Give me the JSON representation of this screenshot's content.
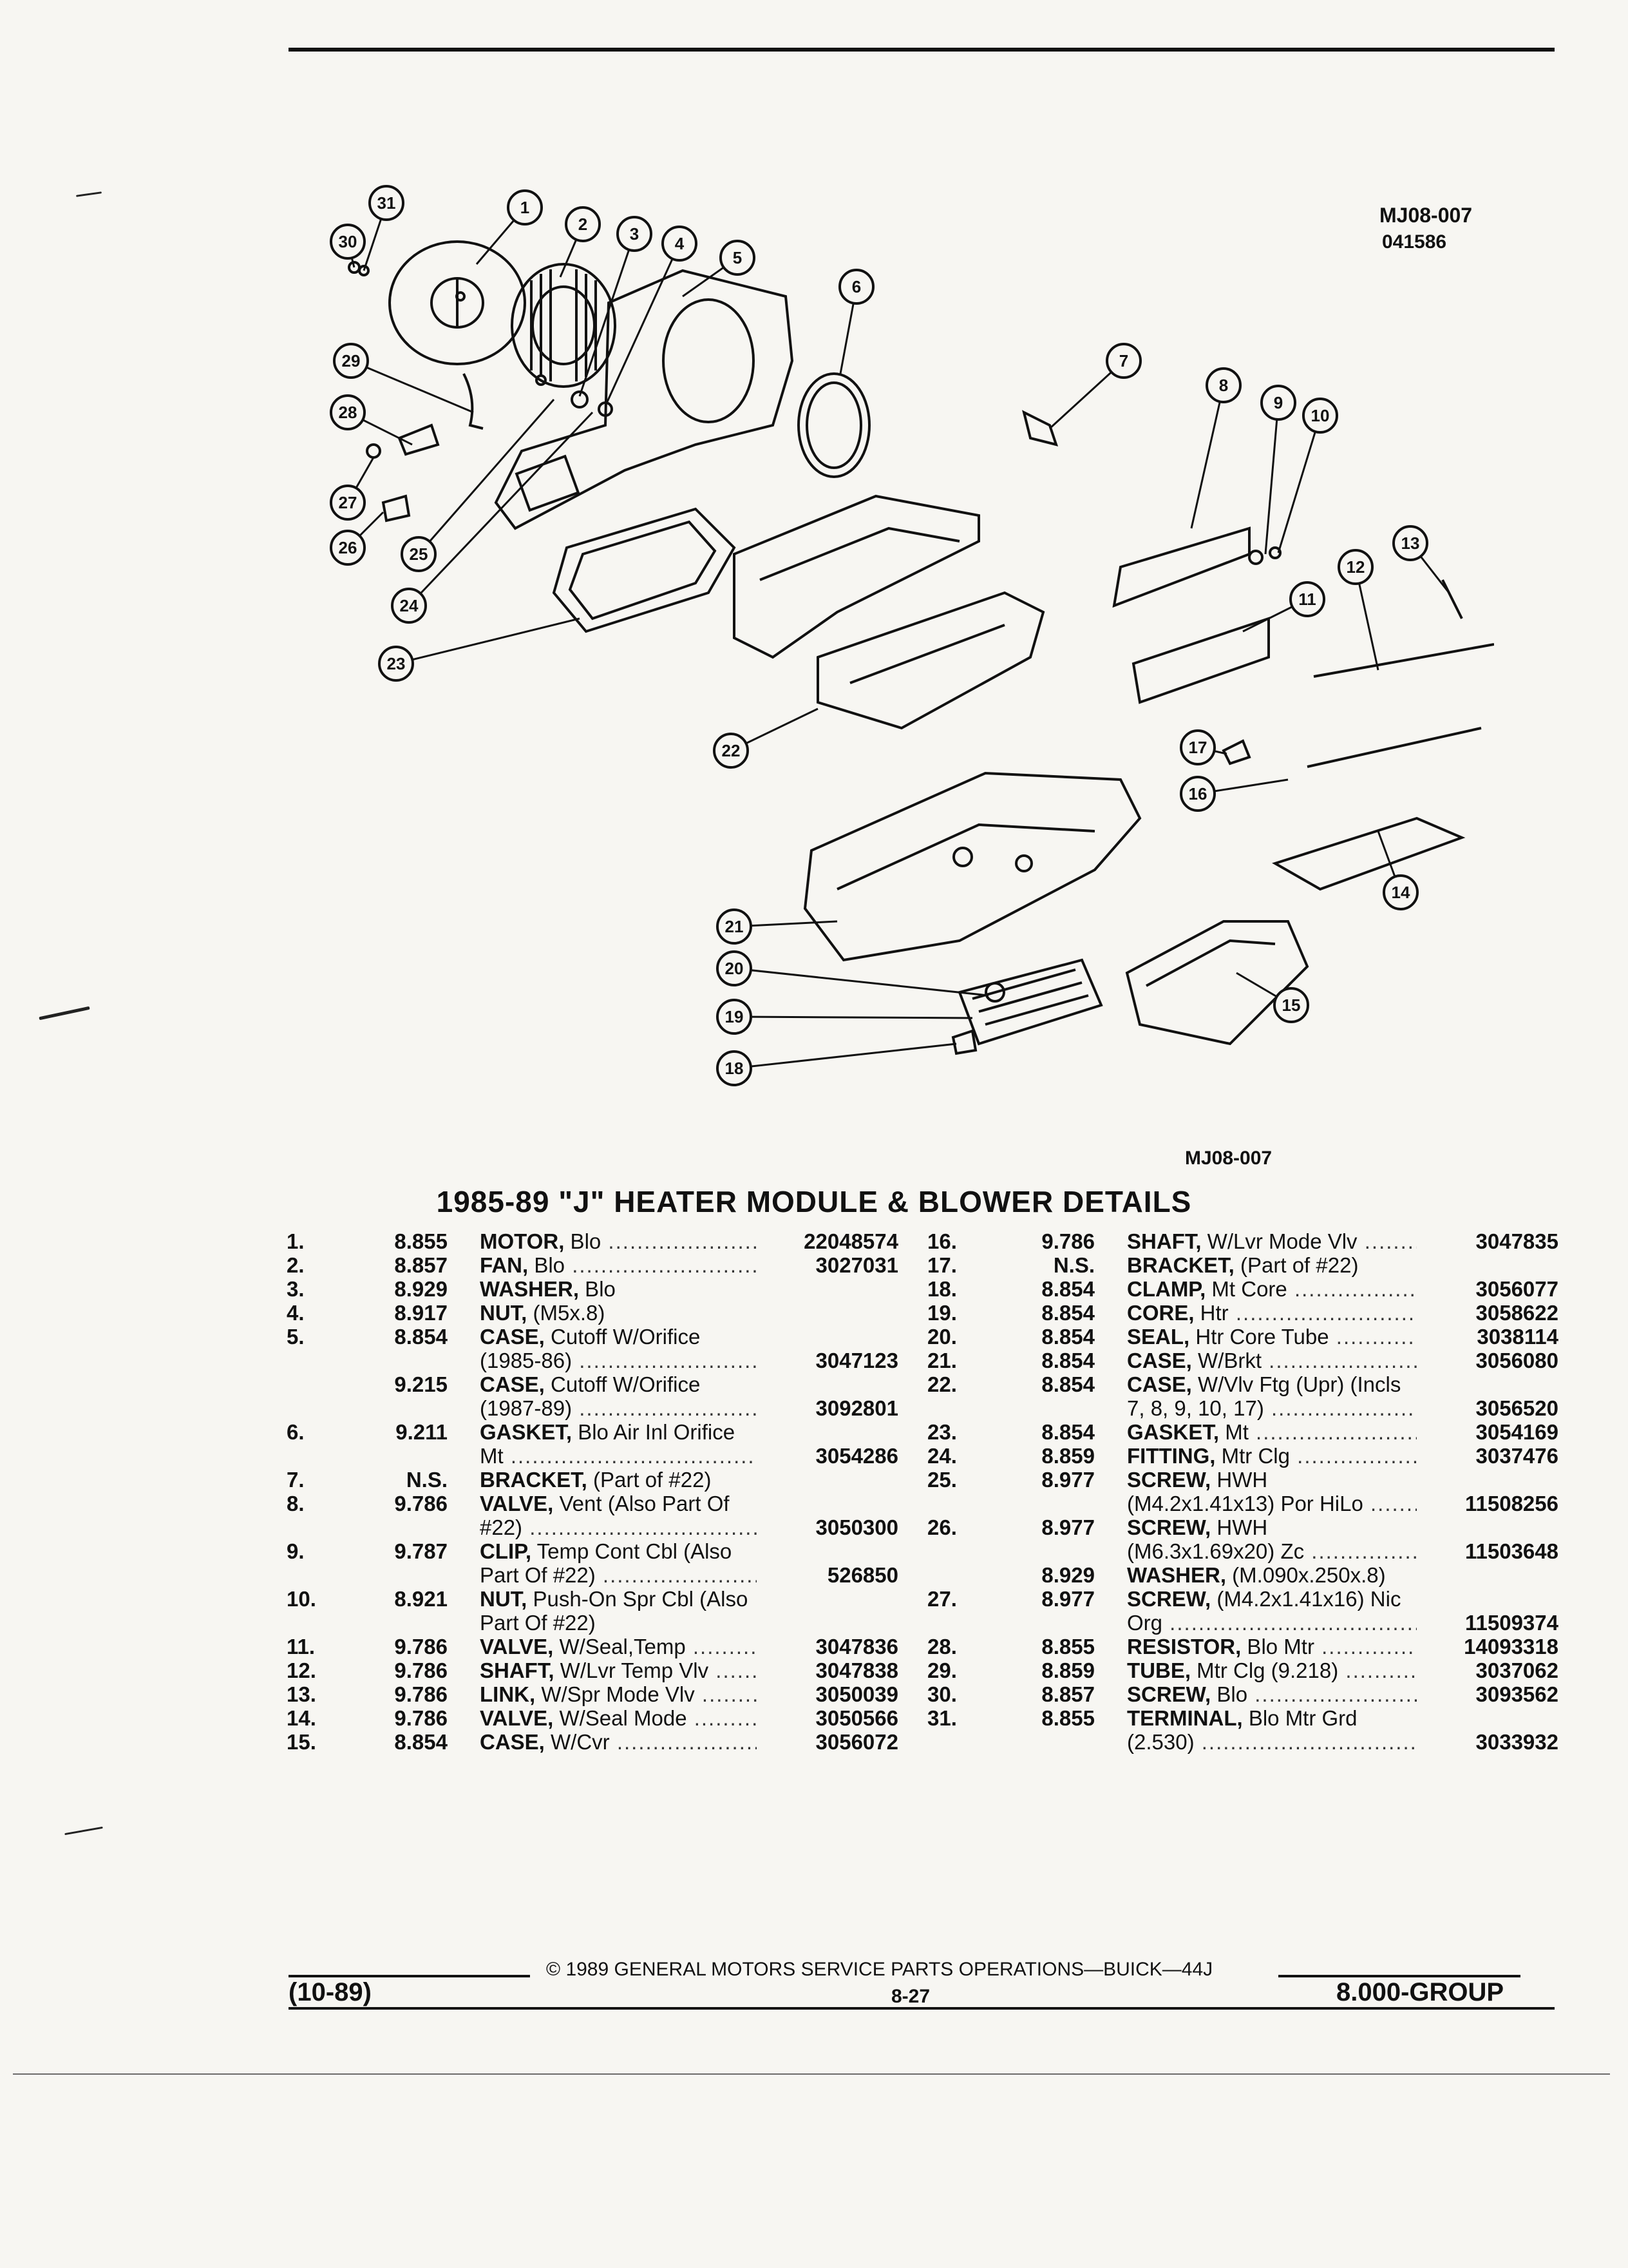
{
  "figure_ref_top": "MJ08-007",
  "figure_date": "041586",
  "figure_ref_bottom": "MJ08-007",
  "title": "1985-89 \"J\" HEATER MODULE & BLOWER DETAILS",
  "callouts": [
    "1",
    "2",
    "3",
    "4",
    "5",
    "6",
    "7",
    "8",
    "9",
    "10",
    "11",
    "12",
    "13",
    "14",
    "15",
    "16",
    "17",
    "18",
    "19",
    "20",
    "21",
    "22",
    "23",
    "24",
    "25",
    "26",
    "27",
    "28",
    "29",
    "30",
    "31"
  ],
  "left_column": [
    {
      "num": "1.",
      "grp": "8.855",
      "name": "MOTOR,",
      "rest": " Blo",
      "pn": "22048574"
    },
    {
      "num": "2.",
      "grp": "8.857",
      "name": "FAN,",
      "rest": " Blo",
      "pn": "3027031"
    },
    {
      "num": "3.",
      "grp": "8.929",
      "name": "WASHER,",
      "rest": " Blo",
      "pn": ""
    },
    {
      "num": "4.",
      "grp": "8.917",
      "name": "NUT,",
      "rest": " (M5x.8)",
      "pn": ""
    },
    {
      "num": "5.",
      "grp": "8.854",
      "name": "CASE,",
      "rest": " Cutoff W/Orifice",
      "pn": ""
    },
    {
      "num": "",
      "grp": "",
      "name": "",
      "rest": "(1985-86)",
      "pn": "3047123"
    },
    {
      "num": "",
      "grp": "9.215",
      "name": "CASE,",
      "rest": " Cutoff W/Orifice",
      "pn": ""
    },
    {
      "num": "",
      "grp": "",
      "name": "",
      "rest": "(1987-89)",
      "pn": "3092801"
    },
    {
      "num": "6.",
      "grp": "9.211",
      "name": "GASKET,",
      "rest": " Blo Air Inl Orifice",
      "pn": ""
    },
    {
      "num": "",
      "grp": "",
      "name": "",
      "rest": "Mt",
      "pn": "3054286"
    },
    {
      "num": "7.",
      "grp": "N.S.",
      "name": "BRACKET,",
      "rest": " (Part of #22)",
      "pn": ""
    },
    {
      "num": "8.",
      "grp": "9.786",
      "name": "VALVE,",
      "rest": " Vent (Also Part Of",
      "pn": ""
    },
    {
      "num": "",
      "grp": "",
      "name": "",
      "rest": "#22)",
      "pn": "3050300"
    },
    {
      "num": "9.",
      "grp": "9.787",
      "name": "CLIP,",
      "rest": " Temp Cont Cbl (Also",
      "pn": ""
    },
    {
      "num": "",
      "grp": "",
      "name": "",
      "rest": "Part Of #22)",
      "pn": "526850"
    },
    {
      "num": "10.",
      "grp": "8.921",
      "name": "NUT,",
      "rest": " Push-On Spr Cbl (Also",
      "pn": ""
    },
    {
      "num": "",
      "grp": "",
      "name": "",
      "rest": "Part Of #22)",
      "pn": ""
    },
    {
      "num": "11.",
      "grp": "9.786",
      "name": "VALVE,",
      "rest": " W/Seal,Temp",
      "pn": "3047836"
    },
    {
      "num": "12.",
      "grp": "9.786",
      "name": "SHAFT,",
      "rest": " W/Lvr Temp Vlv",
      "pn": "3047838"
    },
    {
      "num": "13.",
      "grp": "9.786",
      "name": "LINK,",
      "rest": " W/Spr Mode Vlv",
      "pn": "3050039"
    },
    {
      "num": "14.",
      "grp": "9.786",
      "name": "VALVE,",
      "rest": " W/Seal Mode",
      "pn": "3050566"
    },
    {
      "num": "15.",
      "grp": "8.854",
      "name": "CASE,",
      "rest": " W/Cvr",
      "pn": "3056072"
    }
  ],
  "right_column": [
    {
      "num": "16.",
      "grp": "9.786",
      "name": "SHAFT,",
      "rest": " W/Lvr Mode Vlv",
      "pn": "3047835"
    },
    {
      "num": "17.",
      "grp": "N.S.",
      "name": "BRACKET,",
      "rest": " (Part of #22)",
      "pn": ""
    },
    {
      "num": "18.",
      "grp": "8.854",
      "name": "CLAMP,",
      "rest": " Mt Core",
      "pn": "3056077"
    },
    {
      "num": "19.",
      "grp": "8.854",
      "name": "CORE,",
      "rest": " Htr",
      "pn": "3058622"
    },
    {
      "num": "20.",
      "grp": "8.854",
      "name": "SEAL,",
      "rest": " Htr Core Tube",
      "pn": "3038114"
    },
    {
      "num": "21.",
      "grp": "8.854",
      "name": "CASE,",
      "rest": " W/Brkt",
      "pn": "3056080"
    },
    {
      "num": "22.",
      "grp": "8.854",
      "name": "CASE,",
      "rest": " W/Vlv Ftg (Upr) (Incls",
      "pn": ""
    },
    {
      "num": "",
      "grp": "",
      "name": "",
      "rest": "7, 8, 9, 10, 17)",
      "pn": "3056520"
    },
    {
      "num": "23.",
      "grp": "8.854",
      "name": "GASKET,",
      "rest": " Mt",
      "pn": "3054169"
    },
    {
      "num": "24.",
      "grp": "8.859",
      "name": "FITTING,",
      "rest": " Mtr Clg",
      "pn": "3037476"
    },
    {
      "num": "25.",
      "grp": "8.977",
      "name": "SCREW,",
      "rest": " HWH",
      "pn": ""
    },
    {
      "num": "",
      "grp": "",
      "name": "",
      "rest": "(M4.2x1.41x13) Por HiLo",
      "pn": "11508256"
    },
    {
      "num": "26.",
      "grp": "8.977",
      "name": "SCREW,",
      "rest": " HWH",
      "pn": ""
    },
    {
      "num": "",
      "grp": "",
      "name": "",
      "rest": "(M6.3x1.69x20) Zc",
      "pn": "11503648"
    },
    {
      "num": "",
      "grp": "8.929",
      "name": "WASHER,",
      "rest": " (M.090x.250x.8)",
      "pn": ""
    },
    {
      "num": "27.",
      "grp": "8.977",
      "name": "SCREW,",
      "rest": " (M4.2x1.41x16) Nic",
      "pn": ""
    },
    {
      "num": "",
      "grp": "",
      "name": "",
      "rest": "Org",
      "pn": "11509374"
    },
    {
      "num": "28.",
      "grp": "8.855",
      "name": "RESISTOR,",
      "rest": " Blo Mtr",
      "pn": "14093318"
    },
    {
      "num": "29.",
      "grp": "8.859",
      "name": "TUBE,",
      "rest": " Mtr Clg (9.218)",
      "pn": "3037062"
    },
    {
      "num": "30.",
      "grp": "8.857",
      "name": "SCREW,",
      "rest": " Blo",
      "pn": "3093562"
    },
    {
      "num": "31.",
      "grp": "8.855",
      "name": "TERMINAL,",
      "rest": " Blo Mtr Grd",
      "pn": ""
    },
    {
      "num": "",
      "grp": "",
      "name": "",
      "rest": "(2.530)",
      "pn": "3033932"
    }
  ],
  "footer": {
    "copyright": "© 1989 GENERAL MOTORS SERVICE PARTS OPERATIONS—BUICK—44J",
    "date": "(10-89)",
    "page": "8-27",
    "group": "8.000-GROUP"
  }
}
